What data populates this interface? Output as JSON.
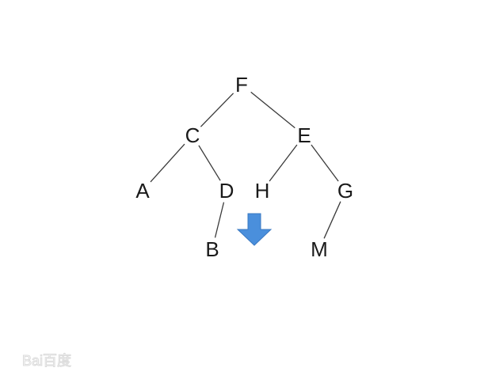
{
  "tree": {
    "nodes": [
      {
        "id": "F",
        "label": "F"
      },
      {
        "id": "C",
        "label": "C"
      },
      {
        "id": "E",
        "label": "E"
      },
      {
        "id": "A",
        "label": "A"
      },
      {
        "id": "D",
        "label": "D"
      },
      {
        "id": "H",
        "label": "H"
      },
      {
        "id": "G",
        "label": "G"
      },
      {
        "id": "B",
        "label": "B"
      },
      {
        "id": "M",
        "label": "M"
      }
    ],
    "edges": [
      {
        "from": "F",
        "to": "C"
      },
      {
        "from": "F",
        "to": "E"
      },
      {
        "from": "C",
        "to": "A"
      },
      {
        "from": "C",
        "to": "D"
      },
      {
        "from": "E",
        "to": "H"
      },
      {
        "from": "E",
        "to": "G"
      },
      {
        "from": "D",
        "to": "B"
      },
      {
        "from": "G",
        "to": "M"
      }
    ]
  },
  "arrow": {
    "icon": "down-arrow-icon",
    "color": "#4a8fdc",
    "stroke": "#3a78c2"
  },
  "watermark": {
    "text": "Bai百度"
  }
}
